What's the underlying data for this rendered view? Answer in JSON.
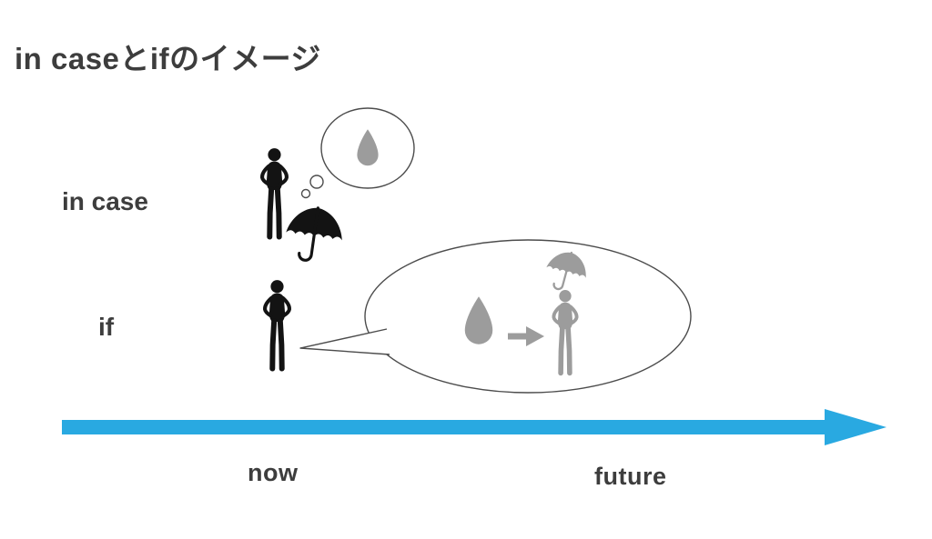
{
  "title": "in caseとifのイメージ",
  "diagram": {
    "rows": [
      {
        "label": "in case"
      },
      {
        "label": "if"
      }
    ],
    "timeline": {
      "start_label": "now",
      "end_label": "future"
    }
  },
  "icons": {
    "in_case_row": [
      "person-silhouette",
      "thought-bubble",
      "raindrop-icon",
      "umbrella-icon"
    ],
    "if_row": [
      "person-silhouette",
      "speech-bubble",
      "raindrop-icon",
      "right-arrow-icon",
      "person-silhouette",
      "umbrella-icon"
    ],
    "timeline": "right-arrow"
  },
  "colors": {
    "background": "#ffffff",
    "text": "#3d3d3d",
    "silhouette_black": "#131313",
    "silhouette_gray": "#9c9c9c",
    "bubble_stroke": "#4c4c4c",
    "timeline_blue": "#29a9e1"
  }
}
